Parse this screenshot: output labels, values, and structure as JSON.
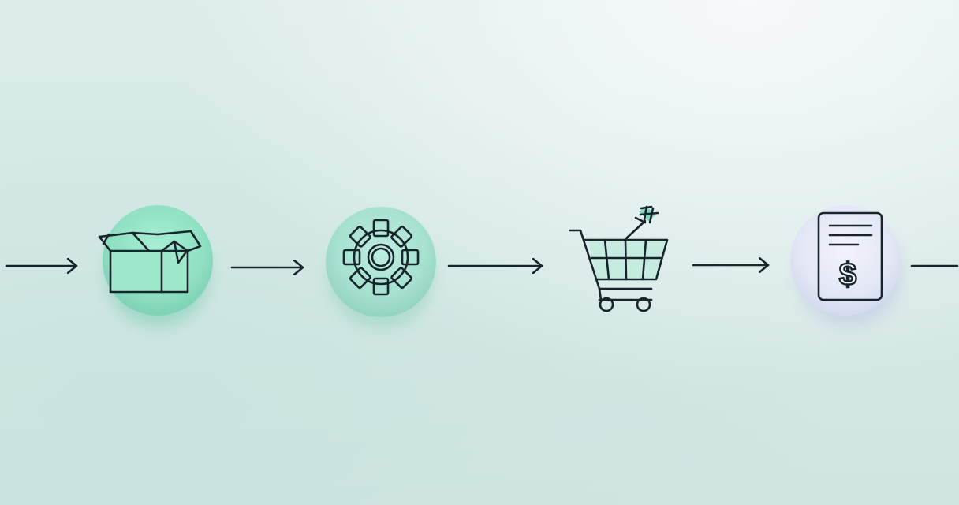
{
  "flow": {
    "steps": [
      {
        "id": "box",
        "icon": "open-box-icon",
        "color": "#8fe6c4"
      },
      {
        "id": "gear",
        "icon": "gear-icon",
        "color": "#9fe0ce"
      },
      {
        "id": "cart",
        "icon": "shopping-cart-icon",
        "color": "#7fd6b8"
      },
      {
        "id": "invoice",
        "icon": "invoice-dollar-icon",
        "color": "#dde2f3"
      }
    ],
    "invoice_symbol": "$",
    "line_color": "#17242c"
  }
}
